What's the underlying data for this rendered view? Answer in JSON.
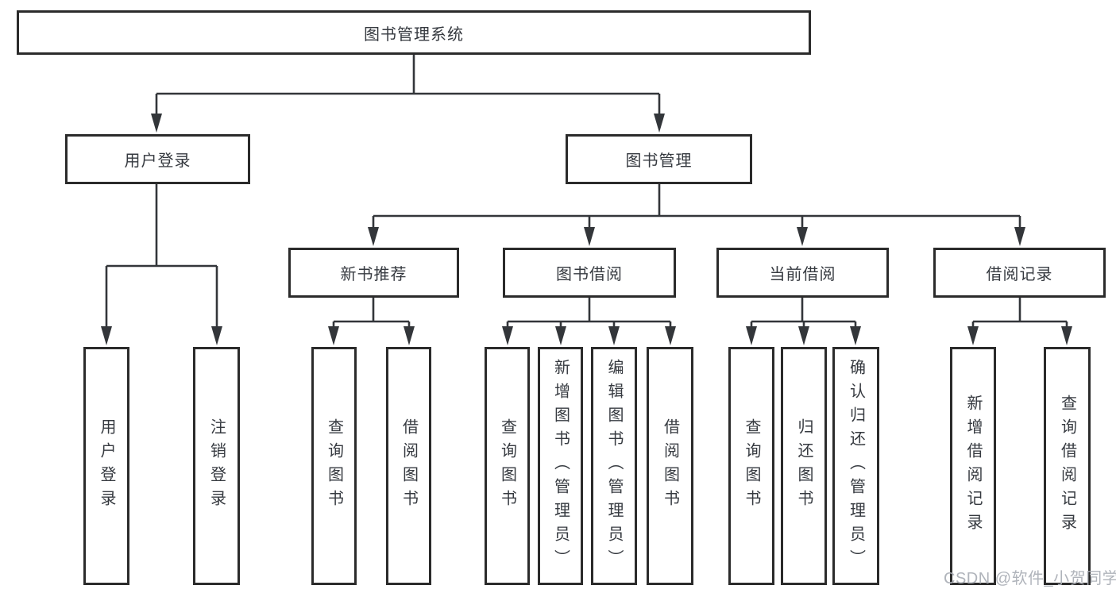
{
  "diagram": {
    "root": {
      "label": "图书管理系统"
    },
    "children": [
      {
        "label": "用户登录",
        "children": [
          {
            "label": "用户登录"
          },
          {
            "label": "注销登录"
          }
        ]
      },
      {
        "label": "图书管理",
        "children": [
          {
            "label": "新书推荐",
            "children": [
              {
                "label": "查询图书"
              },
              {
                "label": "借阅图书"
              }
            ]
          },
          {
            "label": "图书借阅",
            "children": [
              {
                "label": "查询图书"
              },
              {
                "label": "新增图书（管理员）"
              },
              {
                "label": "编辑图书（管理员）"
              },
              {
                "label": "借阅图书"
              }
            ]
          },
          {
            "label": "当前借阅",
            "children": [
              {
                "label": "查询图书"
              },
              {
                "label": "归还图书"
              },
              {
                "label": "确认归还（管理员）"
              }
            ]
          },
          {
            "label": "借阅记录",
            "children": [
              {
                "label": "新增借阅记录"
              },
              {
                "label": "查询借阅记录"
              }
            ]
          }
        ]
      }
    ]
  },
  "watermark": {
    "text": "CSDN @软件_小贺同学"
  },
  "colors": {
    "line": "#33363a",
    "box_border": "#2b2b2b",
    "text": "#363a40",
    "watermark": "#acb0b7",
    "background": "#ffffff"
  }
}
